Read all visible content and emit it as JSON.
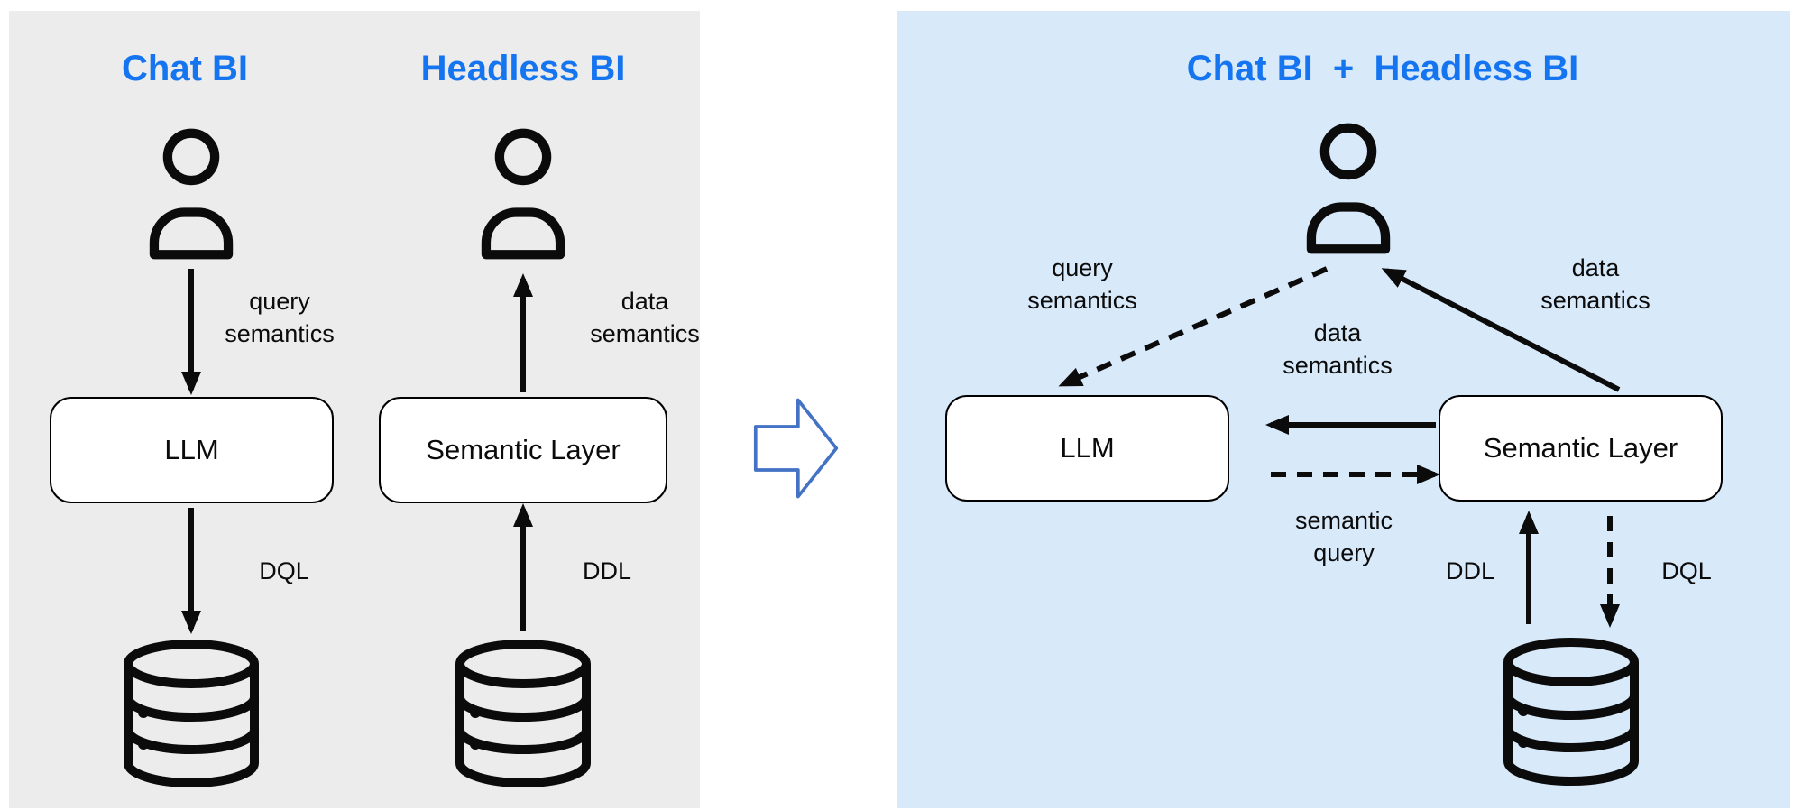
{
  "colors": {
    "title_blue": "#1574F0",
    "arrow_outline_blue": "#4472C4",
    "left_panel_bg": "#ECECEC",
    "right_panel_bg": "#D8E9FA",
    "node_bg": "#FFFFFF",
    "ink": "#0B0B0B"
  },
  "left_panel": {
    "chat_bi": {
      "title": "Chat BI",
      "user_to_llm_label": "query semantics",
      "node": "LLM",
      "llm_to_db_label": "DQL"
    },
    "headless_bi": {
      "title": "Headless BI",
      "semantic_to_user_label": "data semantics",
      "node": "Semantic Layer",
      "db_to_semantic_label": "DDL"
    }
  },
  "right_panel": {
    "title": "Chat BI  +  Headless BI",
    "nodes": {
      "llm": "LLM",
      "semantic_layer": "Semantic Layer"
    },
    "edges": {
      "user_to_llm": "query semantics",
      "semantic_to_user": "data semantics",
      "semantic_to_llm": "data semantics",
      "llm_to_semantic": "semantic query",
      "db_to_semantic": "DDL",
      "semantic_to_db": "DQL"
    }
  }
}
